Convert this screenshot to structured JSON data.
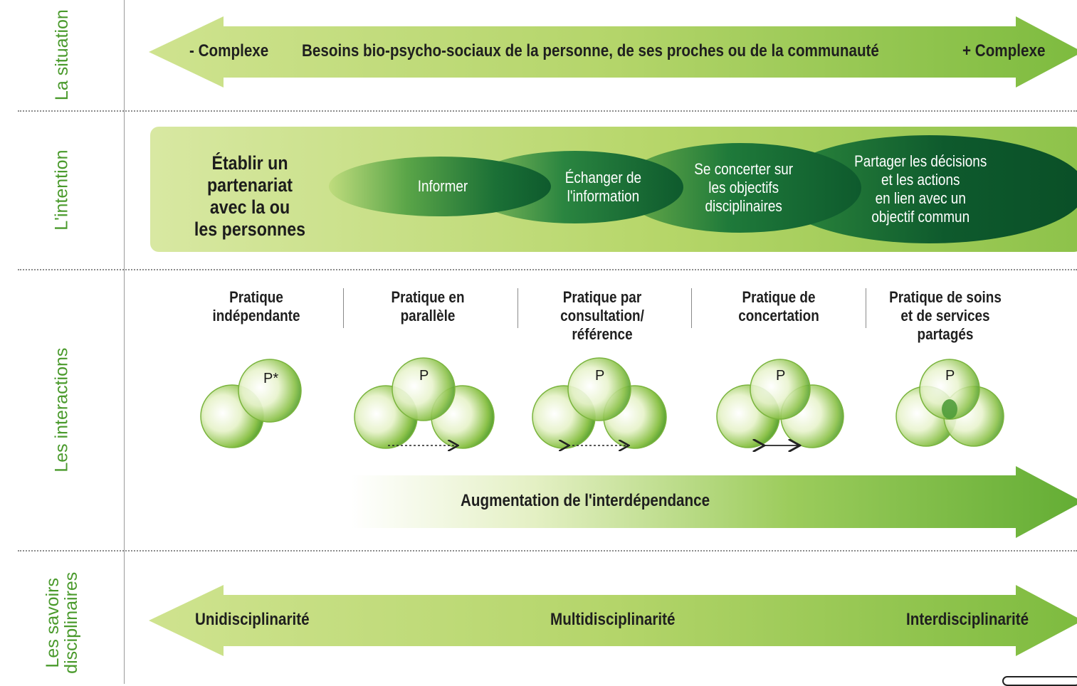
{
  "rows": {
    "situation": "La situation",
    "intention": "L'intention",
    "interactions": "Les interactions",
    "savoirs": "Les savoirs disciplinaires"
  },
  "situation_arrow": {
    "left": "- Complexe",
    "center": "Besoins bio-psycho-sociaux de la personne, de ses proches ou de la communauté",
    "right": "+ Complexe"
  },
  "intention": {
    "title_lines": [
      "Établir un partenariat",
      "avec la ou",
      "les personnes"
    ],
    "stages": [
      {
        "lines": [
          "Informer"
        ]
      },
      {
        "lines": [
          "Échanger de",
          "l'information"
        ]
      },
      {
        "lines": [
          "Se concerter sur",
          "les objectifs",
          "disciplinaires"
        ]
      },
      {
        "lines": [
          "Partager les décisions",
          "et les actions",
          "en lien avec un",
          "objectif commun"
        ]
      }
    ]
  },
  "practices": [
    {
      "title_lines": [
        "Pratique",
        "indépendante"
      ],
      "label": "P*"
    },
    {
      "title_lines": [
        "Pratique en",
        "parallèle"
      ],
      "label": "P"
    },
    {
      "title_lines": [
        "Pratique par",
        "consultation/",
        "référence"
      ],
      "label": "P"
    },
    {
      "title_lines": [
        "Pratique de",
        "concertation"
      ],
      "label": "P"
    },
    {
      "title_lines": [
        "Pratique de soins",
        "et de services",
        "partagés"
      ],
      "label": "P"
    }
  ],
  "interdependence_arrow": "Augmentation de l'interdépendance",
  "savoirs_arrow": {
    "left": "Unidisciplinarité",
    "center": "Multidisciplinarité",
    "right": "Interdisciplinarité"
  },
  "colors": {
    "light_green": "#d9e9a8",
    "mid_green": "#8dc24a",
    "dark_green": "#0f5a2e",
    "label_green": "#4a9a2c"
  },
  "icons": [
    "cc-license-icon"
  ]
}
